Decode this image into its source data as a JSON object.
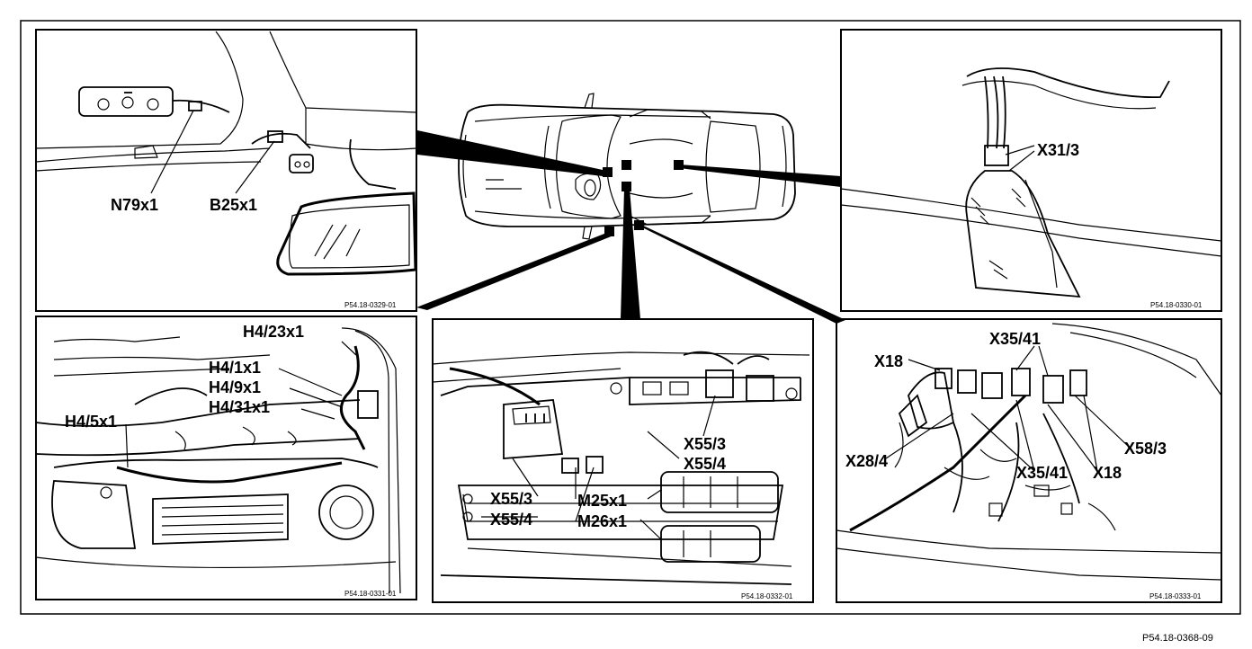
{
  "diagram": {
    "sheet_ref": "P54.18-0368-09",
    "panels": {
      "top_left": {
        "ref": "P54.18-0329-01",
        "labels": {
          "n79x1": "N79x1",
          "b25x1": "B25x1"
        }
      },
      "top_right": {
        "ref": "P54.18-0330-01",
        "labels": {
          "x31_3": "X31/3"
        }
      },
      "bottom_left": {
        "ref": "P54.18-0331-01",
        "labels": {
          "h4_23x1": "H4/23x1",
          "h4_1x1": "H4/1x1",
          "h4_9x1": "H4/9x1",
          "h4_31x1": "H4/31x1",
          "h4_5x1": "H4/5x1"
        }
      },
      "bottom_middle": {
        "ref": "P54.18-0332-01",
        "labels": {
          "x55_3_right": "X55/3",
          "x55_4_right": "X55/4",
          "x55_3_left": "X55/3",
          "x55_4_left": "X55/4",
          "m25x1": "M25x1",
          "m26x1": "M26x1"
        }
      },
      "bottom_right": {
        "ref": "P54.18-0333-01",
        "labels": {
          "x35_41_top": "X35/41",
          "x18_top": "X18",
          "x28_4": "X28/4",
          "x58_3": "X58/3",
          "x35_41_bottom": "X35/41",
          "x18_bottom": "X18"
        }
      }
    }
  }
}
